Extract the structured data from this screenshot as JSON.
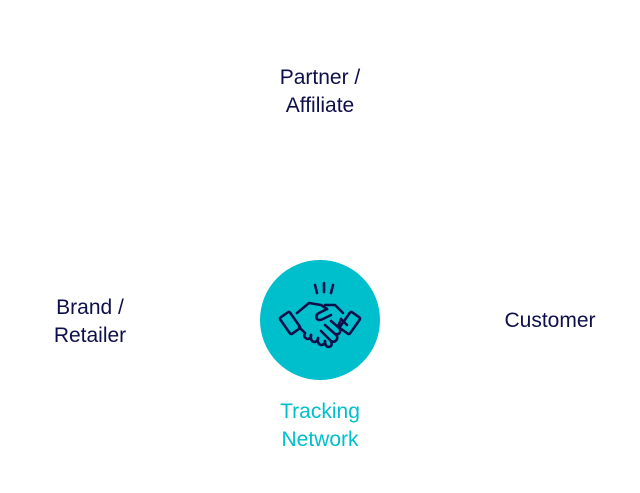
{
  "nodes": {
    "partner": {
      "line1": "Partner /",
      "line2": "Affiliate"
    },
    "brand": {
      "line1": "Brand /",
      "line2": "Retailer"
    },
    "customer": {
      "line1": "Customer"
    },
    "tracking": {
      "line1": "Tracking",
      "line2": "Network"
    }
  },
  "hub": {
    "icon": "handshake-icon"
  },
  "colors": {
    "text": "#0d0f4a",
    "accent": "#00bfcc",
    "icon_stroke": "#0d0f4a"
  }
}
